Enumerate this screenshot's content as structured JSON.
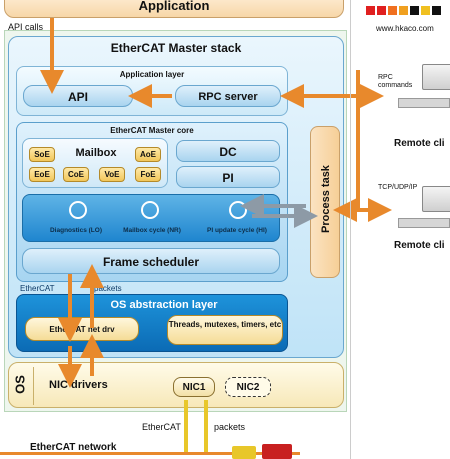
{
  "application": {
    "label": "Application"
  },
  "api_calls": "API calls",
  "master_stack": {
    "title": "EtherCAT Master stack",
    "application_layer": {
      "title": "Application layer",
      "api": "API",
      "rpc_server": "RPC server"
    },
    "master_core": {
      "title": "EtherCAT Master core",
      "mailbox": {
        "title": "Mailbox",
        "items": [
          "SoE",
          "AoE",
          "EoE",
          "CoE",
          "VoE",
          "FoE"
        ]
      },
      "dc": "DC",
      "pi": "PI",
      "cycles": [
        "Diagnostics (LO)",
        "Mailbox cycle (NR)",
        "PI update cycle (HI)"
      ],
      "frame_scheduler": "Frame scheduler"
    },
    "process_task": "Process task",
    "ethercat_label": "EtherCAT",
    "packets_label": "packets",
    "os_abstraction": {
      "title": "OS abstraction layer",
      "net_drv": "EtherCAT net drv",
      "threads": "Threads, mutexes, timers, etc"
    }
  },
  "os": {
    "label": "OS",
    "nic_drivers": "NIC drivers",
    "nic1": "NIC1",
    "nic2": "NIC2"
  },
  "bottom": {
    "ethercat": "EtherCAT",
    "packets": "packets",
    "network": "EtherCAT network"
  },
  "right": {
    "website": "www.hkaco.com",
    "rpc_commands": "RPC commands",
    "remote_client_1": "Remote cli",
    "tcp_udp_ip": "TCP/UDP/IP",
    "remote_client_2": "Remote cli"
  },
  "colors": {
    "arrow_orange": "#e8892c",
    "frame_green": "#eaf5ea",
    "stack_blue": "#7cc4ec",
    "core_blue": "#1e90d6",
    "os_yellow": "#fff4d2"
  }
}
